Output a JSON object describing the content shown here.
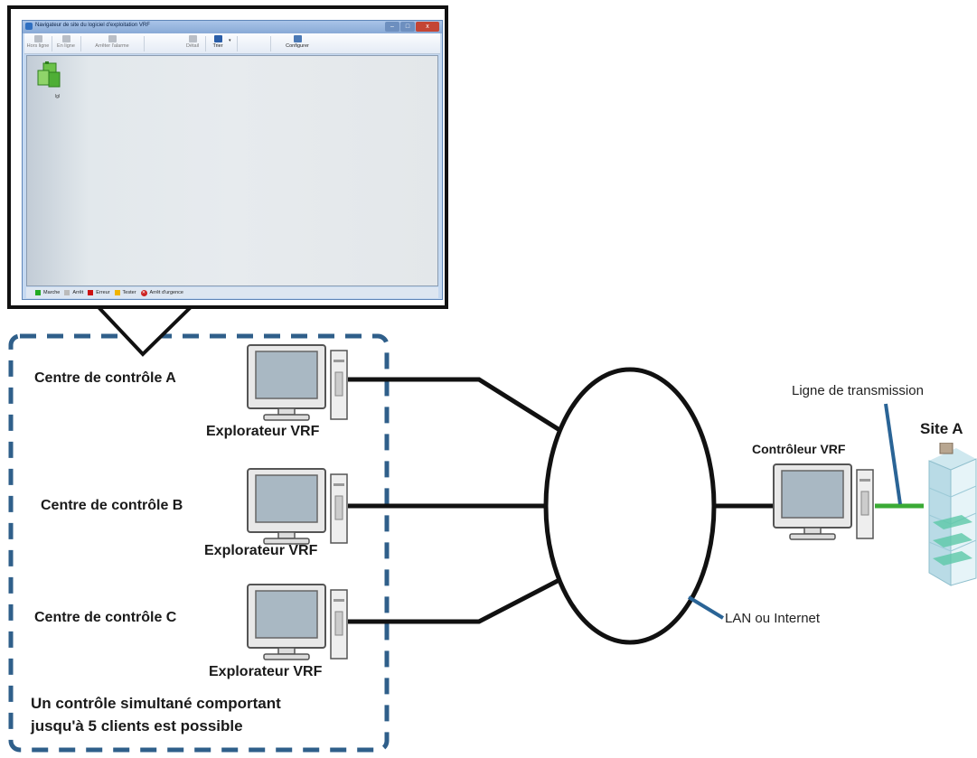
{
  "window": {
    "title": "Navigateur de site du logiciel d'exploitation VRF",
    "controls": {
      "minimize": "–",
      "maximize": "□",
      "close": "x"
    },
    "toolbar": [
      {
        "label": "Hors ligne",
        "icon": "offline-icon",
        "enabled": false
      },
      {
        "label": "En ligne",
        "icon": "online-icon",
        "enabled": false
      },
      {
        "label": "Arrêter l'alarme",
        "icon": "stop-alarm-icon",
        "enabled": false
      },
      {
        "label": "Détail",
        "icon": "detail-icon",
        "enabled": false
      },
      {
        "label": "Trier",
        "icon": "sort-icon",
        "enabled": true
      },
      {
        "label": "Configurer",
        "icon": "configure-icon",
        "enabled": true
      }
    ],
    "site_caption": "lgl",
    "legend": [
      {
        "label": "Marche",
        "color": "#22aa22"
      },
      {
        "label": "Arrêt",
        "color": "#bbbbbb"
      },
      {
        "label": "Erreur",
        "color": "#cc1111"
      },
      {
        "label": "Tester",
        "color": "#f0b400"
      },
      {
        "label": "Arrêt d'urgence",
        "color": "#cc2222"
      }
    ]
  },
  "centers": [
    {
      "name": "Centre de contrôle A",
      "client": "Explorateur VRF"
    },
    {
      "name": "Centre de contrôle B",
      "client": "Explorateur VRF"
    },
    {
      "name": "Centre de contrôle C",
      "client": "Explorateur VRF"
    }
  ],
  "note": [
    "Un contrôle simultané comportant",
    "jusqu'à 5 clients est possible"
  ],
  "network_label": "LAN ou Internet",
  "controller_label": "Contrôleur VRF",
  "transmission_label": "Ligne de transmission",
  "site_label": "Site A",
  "colors": {
    "dashed_border": "#2f5f8a",
    "transmission_line": "#3aaa35",
    "leader_line": "#2a6496",
    "links": "#111111"
  }
}
